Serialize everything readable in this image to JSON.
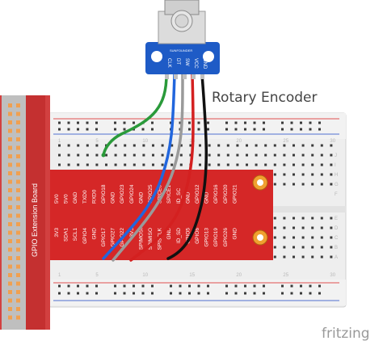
{
  "diagram": {
    "caption": "Rotary Encoder",
    "gpio_board_label": "GPIO Extension Board",
    "brand": "fritzing",
    "module_pins": [
      "CLK",
      "DT",
      "SW",
      "VCC",
      "GND"
    ],
    "module_logo": "SUNFOUNDER",
    "top_row_labels": [
      "5V0",
      "5V0",
      "GND",
      "TXD0",
      "RXD0",
      "GPIO18",
      "GND",
      "GPIO23",
      "GPIO24",
      "GND",
      "GPIO25",
      "SPICE0",
      "SPICE1",
      "ID_SC",
      "GND",
      "GPIO12",
      "GND",
      "GPIO16",
      "GPIO20",
      "GPIO21"
    ],
    "bottom_row_labels": [
      "3V3",
      "SDA1",
      "SCL1",
      "GPIO4",
      "GND",
      "GPIO17",
      "GPIO27",
      "GPIO22",
      "3V3",
      "SPIMOSI",
      "SPIMISO",
      "SPISCLK",
      "GND",
      "ID_SD",
      "GPIO5",
      "GPIO6",
      "GPIO13",
      "GPIO19",
      "GPIO26",
      "GND"
    ],
    "column_numbers": [
      "1",
      "5",
      "10",
      "15",
      "20",
      "25",
      "30"
    ],
    "row_letters_top": [
      "J",
      "I",
      "H",
      "G",
      "F"
    ],
    "row_letters_bottom": [
      "E",
      "D",
      "C",
      "B",
      "A"
    ],
    "wire_colors": {
      "clk": "#2a9a3a",
      "dt": "#2266dd",
      "sw": "#9a9a9a",
      "vcc": "#d42020",
      "gnd": "#111111"
    }
  }
}
